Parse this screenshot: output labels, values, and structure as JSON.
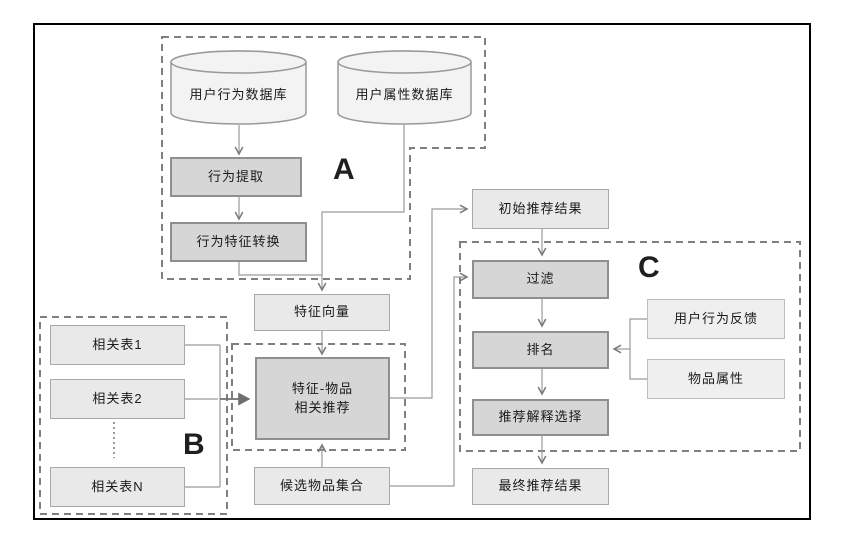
{
  "sections": {
    "a": "A",
    "b": "B",
    "c": "C"
  },
  "nodes": {
    "db_behavior": "用户行为数据库",
    "db_attribute": "用户属性数据库",
    "behavior_extract": "行为提取",
    "behavior_convert": "行为特征转换",
    "feature_vector": "特征向量",
    "feature_item_rec": "特征-物品\n相关推荐",
    "related_table_1": "相关表1",
    "related_table_2": "相关表2",
    "related_table_n": "相关表N",
    "candidate_items": "候选物品集合",
    "initial_result": "初始推荐结果",
    "filter": "过滤",
    "rank": "排名",
    "explain_select": "推荐解释选择",
    "final_result": "最终推荐结果",
    "user_feedback": "用户行为反馈",
    "item_attr": "物品属性"
  },
  "colors": {
    "frame": "#000000",
    "line": "#9a9a9a",
    "dash": "#7f7f7f",
    "text": "#1a1a1a",
    "label": "#1f1f1f",
    "process_fill": "#d6d6d6",
    "process_border": "#8f8f8f",
    "data_fill": "#e9e9e9",
    "data_border": "#a9a9a9",
    "side_fill": "#efefef",
    "side_border": "#bdbdbd",
    "cylinder_fill": "#f3f3f3",
    "cylinder_border": "#999999"
  }
}
